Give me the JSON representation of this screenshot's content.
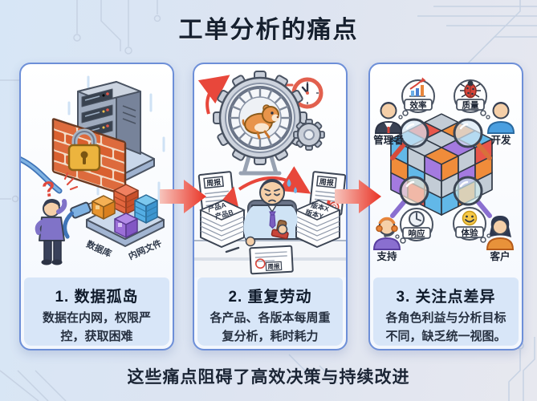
{
  "page": {
    "title": "工单分析的痛点",
    "footer": "这些痛点阻碍了高效决策与持续改进"
  },
  "panels": [
    {
      "heading": "1. 数据孤岛",
      "description": "数据在内网，权限严控，获取困难",
      "illustration": {
        "question_mark": "?",
        "platform_label_left": "数据库",
        "platform_label_right": "内网文件"
      }
    },
    {
      "heading": "2. 重复劳动",
      "description": "各产品、各版本每周重复分析，耗时耗力",
      "illustration": {
        "doc_left": "周报",
        "doc_right": "周报",
        "stack_left_top": "产品A",
        "stack_left_bottom": "产品B",
        "stack_right_top": "版本X",
        "stack_right_bottom": "版本Y",
        "desk_doc": "周报"
      }
    },
    {
      "heading": "3. 关注点差异",
      "description": "各角色利益与分析目标不同，缺乏统一视图。",
      "roles": [
        {
          "name": "管理者",
          "focus": "效率",
          "icon": "bar-chart-icon"
        },
        {
          "name": "开发",
          "focus": "质量",
          "icon": "bug-icon"
        },
        {
          "name": "支持",
          "focus": "响应",
          "icon": "clock-icon"
        },
        {
          "name": "客户",
          "focus": "体验",
          "icon": "smiley-icon"
        }
      ]
    }
  ],
  "colors": {
    "accent_red": "#e8473b",
    "panel_border": "#6d8fd8",
    "caption_bg": "#d8e6f8",
    "title_color": "#16202f",
    "background_left": "#d7e6f6",
    "background_right": "#e7e8ef"
  }
}
